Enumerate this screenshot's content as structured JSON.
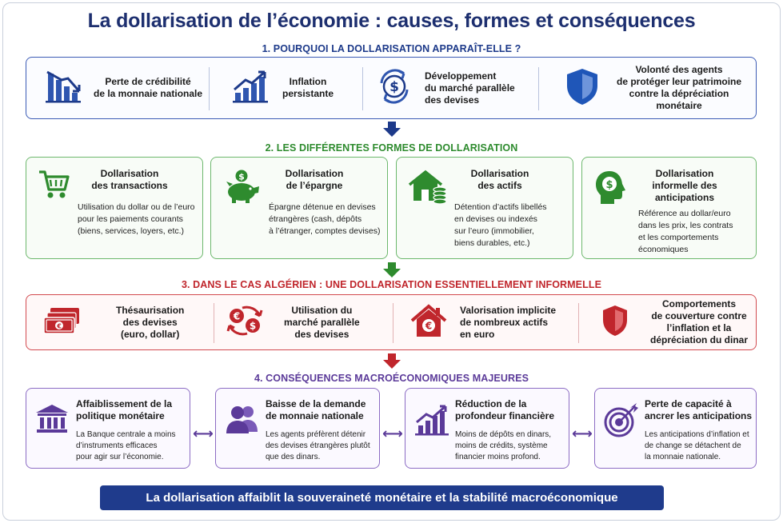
{
  "title": "La dollarisation de l’économie : causes, formes et conséquences",
  "sections": {
    "s1": {
      "heading": "1. POURQUOI LA DOLLARISATION APPARAÎT-ELLE ?",
      "items": [
        {
          "icon": "declining-bar-chart-icon",
          "label": "Perte de crédibilité\nde la monnaie nationale"
        },
        {
          "icon": "rising-bar-chart-icon",
          "label": "Inflation\npersistante"
        },
        {
          "icon": "dollar-exchange-icon",
          "label": "Développement\ndu marché parallèle\ndes devises"
        },
        {
          "icon": "shield-icon",
          "label": "Volonté des agents\nde protéger leur patrimoine\ncontre la dépréciation\nmonétaire"
        }
      ]
    },
    "s2": {
      "heading": "2. LES DIFFÉRENTES FORMES DE DOLLARISATION",
      "items": [
        {
          "icon": "shopping-cart-icon",
          "title": "Dollarisation\ndes transactions",
          "desc": "Utilisation du dollar ou de l’euro\npour les paiements courants\n(biens, services, loyers, etc.)"
        },
        {
          "icon": "piggy-bank-icon",
          "title": "Dollarisation\nde l’épargne",
          "desc": "Épargne détenue en devises\nétrangères (cash, dépôts\nà l’étranger, comptes devises)"
        },
        {
          "icon": "house-coins-icon",
          "title": "Dollarisation\ndes actifs",
          "desc": "Détention d’actifs libellés\nen devises ou indexés\nsur l’euro (immobilier,\nbiens durables, etc.)"
        },
        {
          "icon": "head-dollar-icon",
          "title": "Dollarisation\ninformelle des\nanticipations",
          "desc": "Référence au dollar/euro\ndans les prix, les contrats\net les comportements\néconomiques"
        }
      ]
    },
    "s3": {
      "heading": "3. DANS LE CAS ALGÉRIEN : UNE DOLLARISATION ESSENTIELLEMENT INFORMELLE",
      "items": [
        {
          "icon": "banknotes-icon",
          "label": "Thésaurisation\ndes devises\n(euro, dollar)"
        },
        {
          "icon": "currency-exchange-icon",
          "label": "Utilisation du\nmarché parallèle\ndes devises"
        },
        {
          "icon": "house-euro-icon",
          "label": "Valorisation implicite\nde nombreux actifs\nen euro"
        },
        {
          "icon": "shield-icon",
          "label": "Comportements\nde couverture contre\nl’inflation et la\ndépréciation du dinar"
        }
      ]
    },
    "s4": {
      "heading": "4. CONSÉQUENCES MACROÉCONOMIQUES MAJEURES",
      "items": [
        {
          "icon": "bank-building-icon",
          "title": "Affaiblissement de la\npolitique monétaire",
          "desc": "La Banque centrale a moins\nd’instruments efficaces\npour agir sur l’économie."
        },
        {
          "icon": "people-icon",
          "title": "Baisse de la demande\nde monnaie nationale",
          "desc": "Les agents préfèrent détenir\ndes devises étrangères plutôt\nque des dinars."
        },
        {
          "icon": "growth-chart-icon",
          "title": "Réduction de la\nprofondeur financière",
          "desc": "Moins de dépôts en dinars,\nmoins de crédits, système\nfinancier moins profond."
        },
        {
          "icon": "target-icon",
          "title": "Perte de capacité à\nancrer les anticipations",
          "desc": "Les anticipations d’inflation et\nde change se détachent de\nla monnaie nationale."
        }
      ]
    }
  },
  "conclusion": "La dollarisation affaiblit la souveraineté monétaire et la stabilité macroéconomique",
  "colors": {
    "blue": "#1d3a8a",
    "green": "#2e8b2e",
    "red": "#c0262c",
    "purple": "#5b3a99"
  }
}
